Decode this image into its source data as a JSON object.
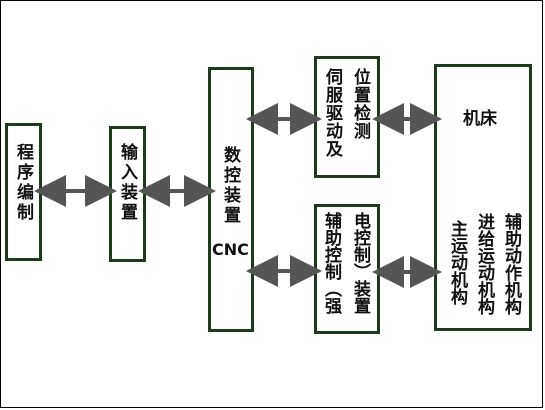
{
  "blocks": {
    "program": {
      "label": "程序编制"
    },
    "input": {
      "label": "输入装置"
    },
    "cnc": {
      "label": "数控装置",
      "sublabel": "CNC"
    },
    "servo": {
      "col1": "伺服驱动及",
      "col2": "位置检测"
    },
    "aux": {
      "col1": "辅助控制（强",
      "col2": "电控制）装置"
    },
    "machine": {
      "title": "机床",
      "col1": "主运动机构",
      "col2": "进给运动机构",
      "col3": "辅助动作机构"
    }
  },
  "colors": {
    "border": "#1d3a1d",
    "arrow": "#555555"
  }
}
